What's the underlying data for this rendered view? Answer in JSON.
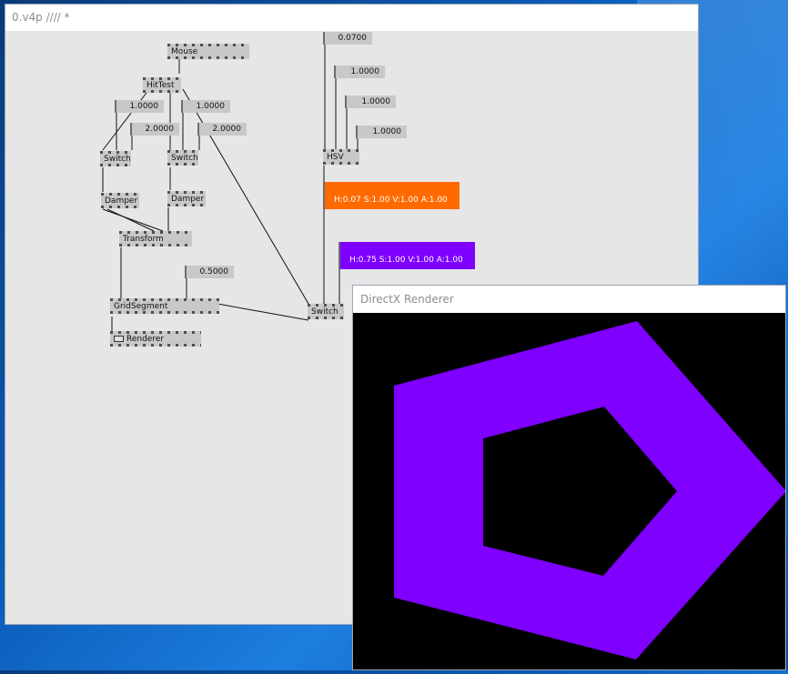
{
  "patch_window": {
    "title": "0.v4p //// *"
  },
  "nodes": {
    "mouse": "Mouse",
    "hittest": "HitTest",
    "switch1": "Switch",
    "switch2": "Switch",
    "damper1": "Damper",
    "damper2": "Damper",
    "transform": "Transform",
    "gridsegment": "GridSegment",
    "renderer": "Renderer",
    "hsv": "HSV",
    "switch3": "Switch"
  },
  "ioboxes": {
    "val_1a": "1.0000",
    "val_2a": "2.0000",
    "val_1b": "1.0000",
    "val_2b": "2.0000",
    "val_05": "0.5000",
    "hue": "0.0700",
    "sat": "1.0000",
    "valv": "1.0000",
    "alpha": "1.0000"
  },
  "colors": {
    "orange_label": "H:0.07  S:1.00  V:1.00  A:1.00",
    "purple_label": "H:0.75  S:1.00  V:1.00  A:1.00",
    "orange_hex": "#ff6a00",
    "purple_hex": "#7e00ff"
  },
  "renderer_window": {
    "title": "DirectX Renderer",
    "shape_color": "#7f00ff",
    "background": "#000000"
  }
}
